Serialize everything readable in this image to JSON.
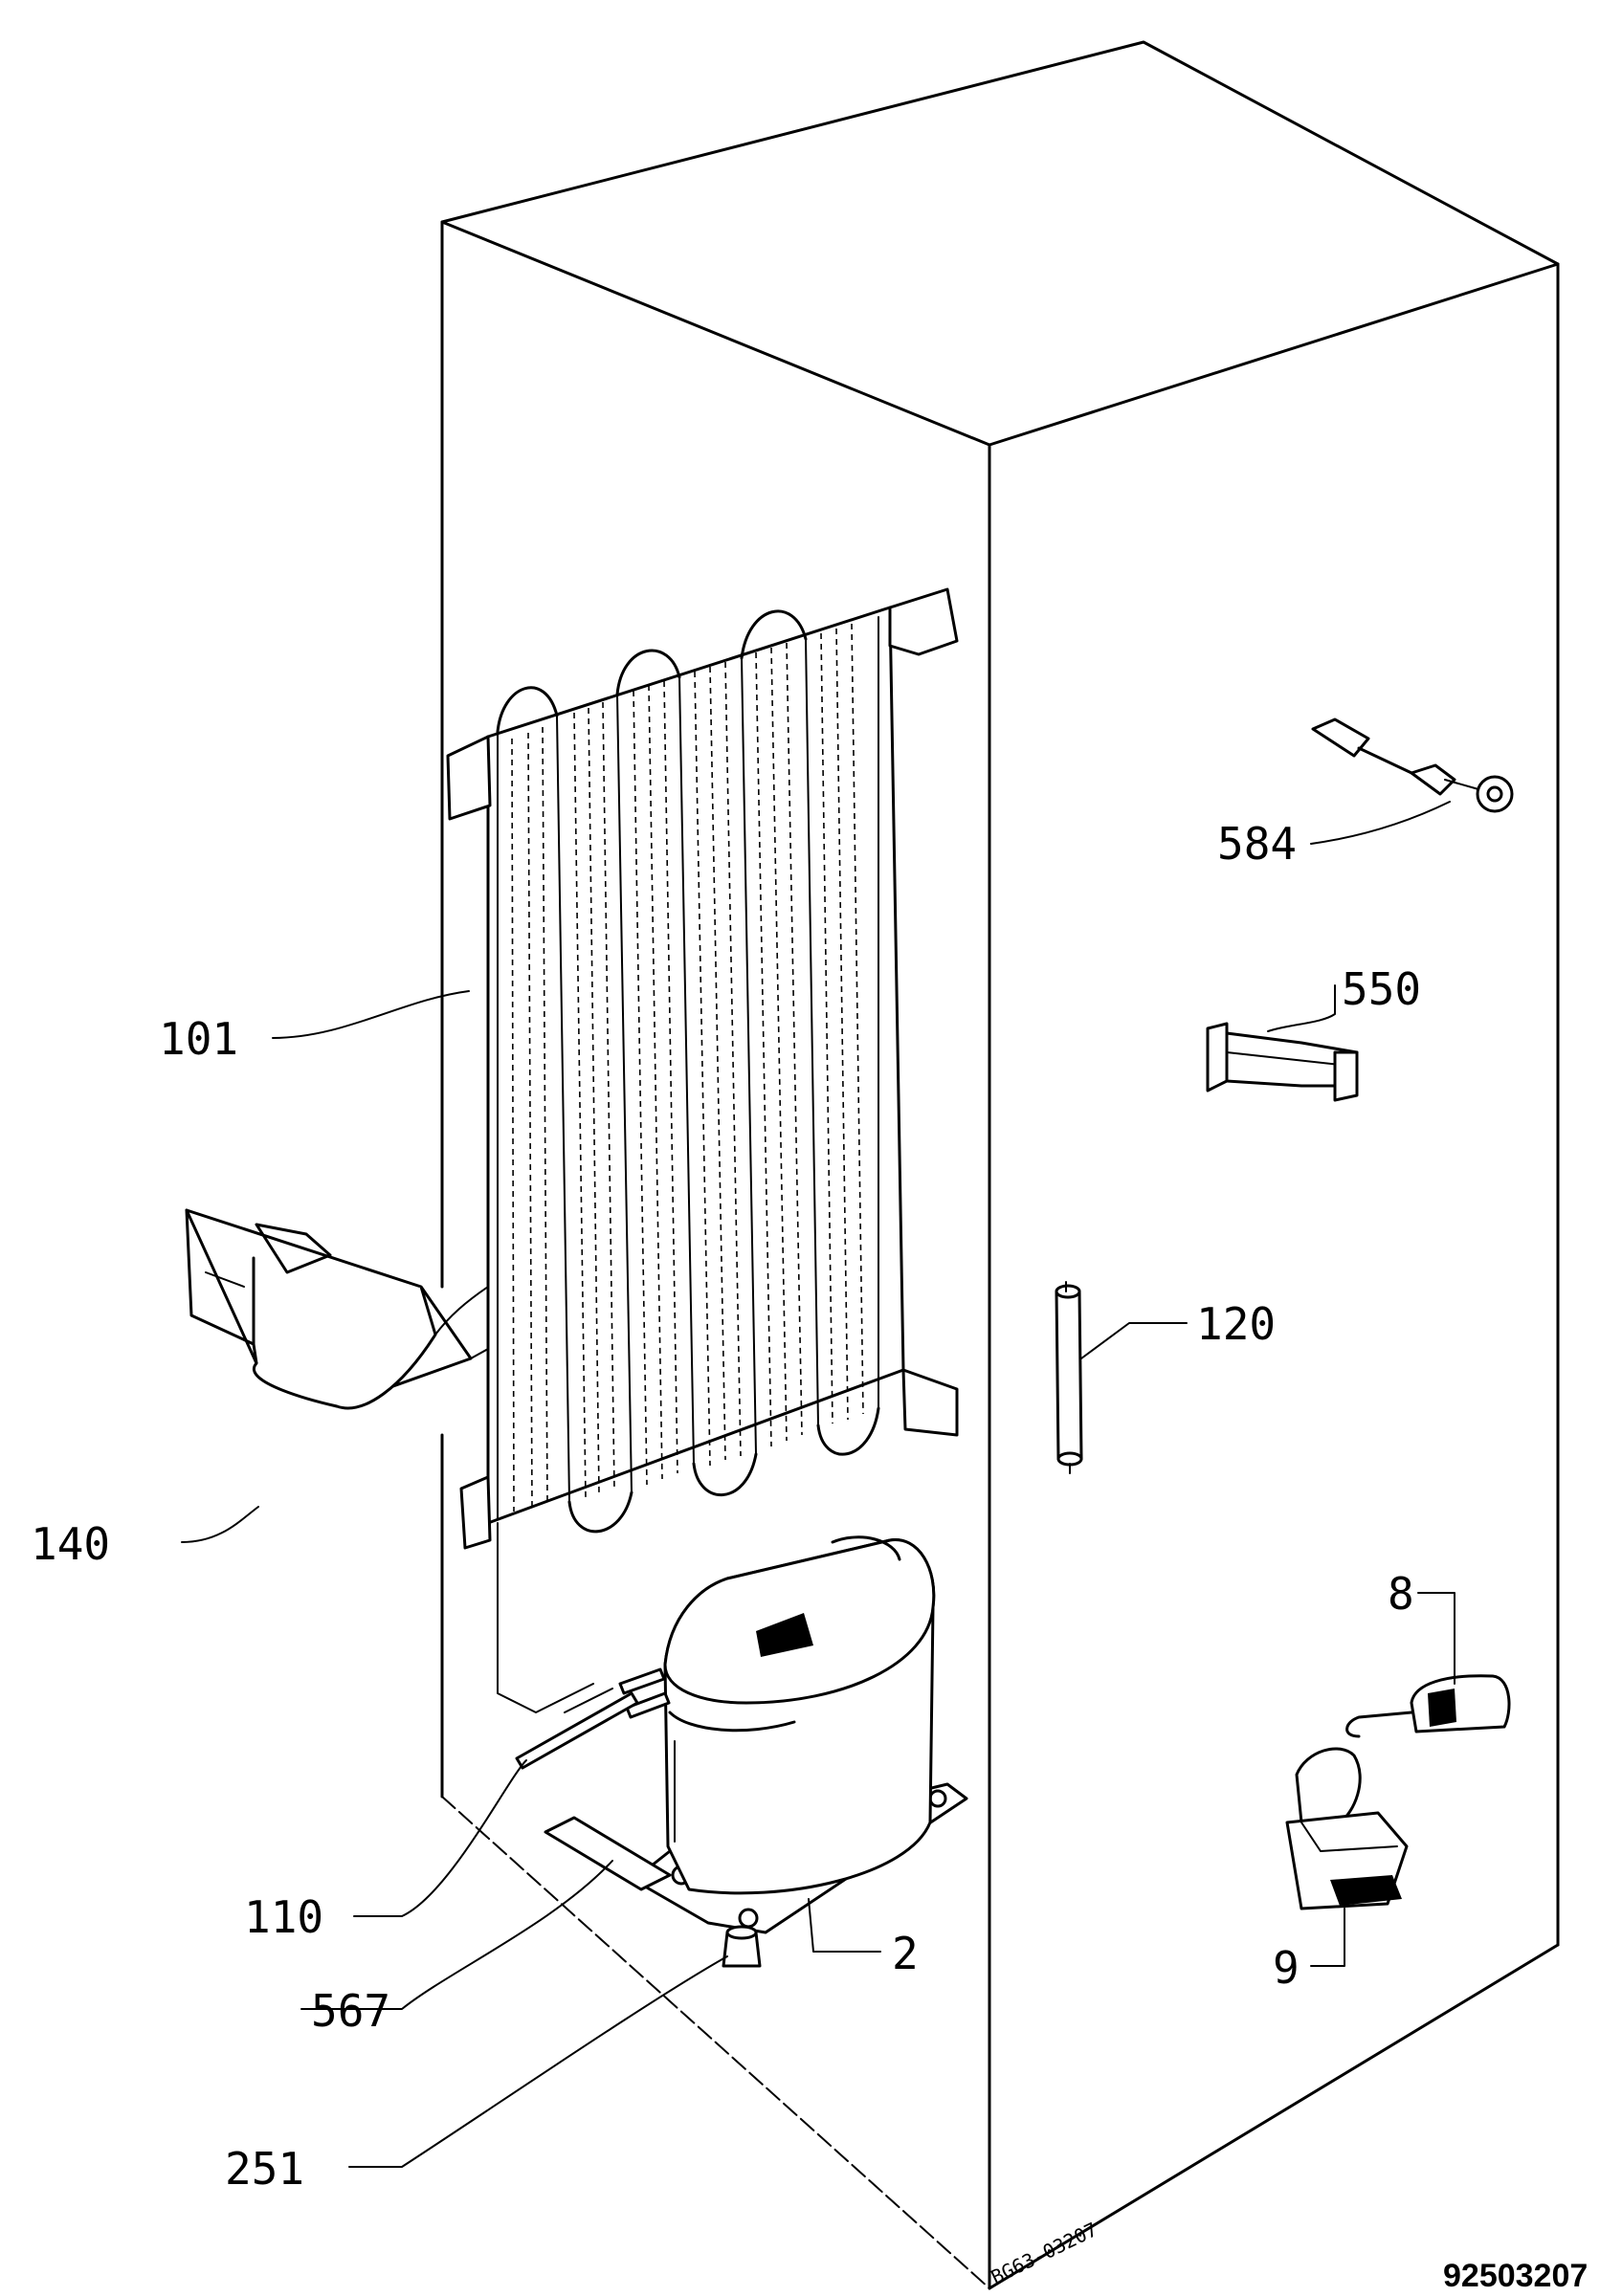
{
  "callouts": {
    "p584": "584",
    "p550": "550",
    "p101": "101",
    "p120": "120",
    "p8": "8",
    "p140": "140",
    "p9": "9",
    "p110": "110",
    "p2": "2",
    "p567": "567",
    "p251": "251"
  },
  "drawing_stamp": "BG63-03207",
  "document_number": "92503207",
  "colors": {
    "ink": "#000000",
    "paper": "#ffffff"
  }
}
